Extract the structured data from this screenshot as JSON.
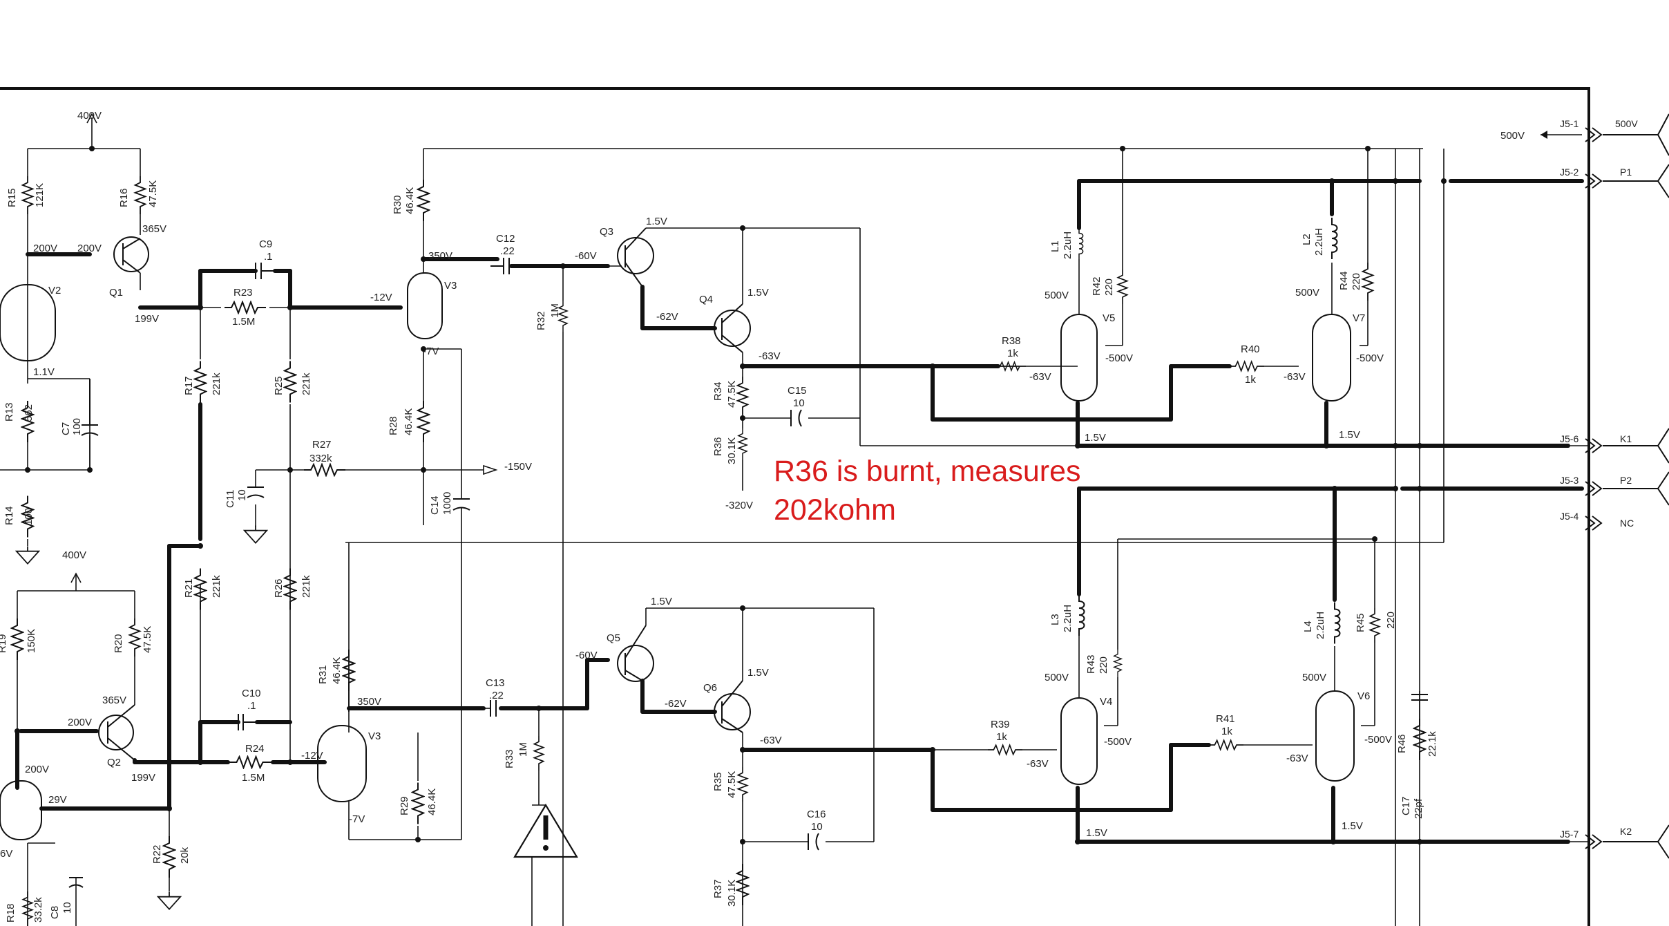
{
  "annotation": {
    "line1": "R36 is burnt, measures",
    "line2": "202kohm",
    "color": "#d91c1c"
  },
  "parts": {
    "resistors": [
      {
        "ref": "R13",
        "value": "562"
      },
      {
        "ref": "R14",
        "value": "100"
      },
      {
        "ref": "R15",
        "value": "121K"
      },
      {
        "ref": "R16",
        "value": "47.5K"
      },
      {
        "ref": "R17",
        "value": "221k"
      },
      {
        "ref": "R18",
        "value": "33.2k"
      },
      {
        "ref": "R19",
        "value": "150K"
      },
      {
        "ref": "R20",
        "value": "47.5K"
      },
      {
        "ref": "R21",
        "value": "221k"
      },
      {
        "ref": "R22",
        "value": "20k"
      },
      {
        "ref": "R23",
        "value": "1.5M"
      },
      {
        "ref": "R24",
        "value": "1.5M"
      },
      {
        "ref": "R25",
        "value": "221k"
      },
      {
        "ref": "R26",
        "value": "221k"
      },
      {
        "ref": "R27",
        "value": "332k"
      },
      {
        "ref": "R28",
        "value": "46.4K"
      },
      {
        "ref": "R29",
        "value": "46.4K"
      },
      {
        "ref": "R30",
        "value": "46.4K"
      },
      {
        "ref": "R31",
        "value": "46.4K"
      },
      {
        "ref": "R32",
        "value": "1M"
      },
      {
        "ref": "R33",
        "value": "1M"
      },
      {
        "ref": "R34",
        "value": "47.5K"
      },
      {
        "ref": "R35",
        "value": "47.5K"
      },
      {
        "ref": "R36",
        "value": "30.1K"
      },
      {
        "ref": "R37",
        "value": "30.1K"
      },
      {
        "ref": "R38",
        "value": "1k"
      },
      {
        "ref": "R39",
        "value": "1k"
      },
      {
        "ref": "R40",
        "value": "1k"
      },
      {
        "ref": "R41",
        "value": "1k"
      },
      {
        "ref": "R42",
        "value": "220"
      },
      {
        "ref": "R43",
        "value": "220"
      },
      {
        "ref": "R44",
        "value": "220"
      },
      {
        "ref": "R45",
        "value": "220"
      },
      {
        "ref": "R46",
        "value": "22.1k"
      }
    ],
    "capacitors": [
      {
        "ref": "C7",
        "value": "100"
      },
      {
        "ref": "C8",
        "value": "10"
      },
      {
        "ref": "C9",
        "value": ".1"
      },
      {
        "ref": "C10",
        "value": ".1"
      },
      {
        "ref": "C11",
        "value": "10"
      },
      {
        "ref": "C12",
        "value": ".22"
      },
      {
        "ref": "C13",
        "value": ".22"
      },
      {
        "ref": "C14",
        "value": "1000"
      },
      {
        "ref": "C15",
        "value": "10"
      },
      {
        "ref": "C16",
        "value": "10"
      },
      {
        "ref": "C17",
        "value": "22pf"
      }
    ],
    "inductors": [
      {
        "ref": "L1",
        "value": "2.2uH"
      },
      {
        "ref": "L2",
        "value": "2.2uH"
      },
      {
        "ref": "L3",
        "value": "2.2uH"
      },
      {
        "ref": "L4",
        "value": "2.2uH"
      }
    ],
    "transistors": [
      "Q1",
      "Q2",
      "Q3",
      "Q4",
      "Q5",
      "Q6"
    ],
    "tubes": [
      "V2",
      "V3",
      "V3",
      "V4",
      "V5",
      "V6",
      "V7"
    ]
  },
  "voltages": {
    "supply_400": "400V",
    "v500": "500V",
    "v365": "365V",
    "v350": "350V",
    "v200": "200V",
    "v199": "199V",
    "v29": "29V",
    "v1_1": "1.1V",
    "v1_5": "1.5V",
    "vm7": "-7V",
    "vm12": "-12V",
    "vm60": "-60V",
    "vm62": "-62V",
    "vm63": "-63V",
    "vm150": "-150V",
    "vm320": "-320V",
    "vm500": "-500V",
    "v6": "6V"
  },
  "connector": {
    "pins": [
      {
        "pin": "J5-1",
        "net": "500V"
      },
      {
        "pin": "J5-2",
        "net": "P1"
      },
      {
        "pin": "J5-6",
        "net": "K1"
      },
      {
        "pin": "J5-3",
        "net": "P2"
      },
      {
        "pin": "J5-4",
        "net": "NC"
      },
      {
        "pin": "J5-7",
        "net": "K2"
      }
    ]
  }
}
